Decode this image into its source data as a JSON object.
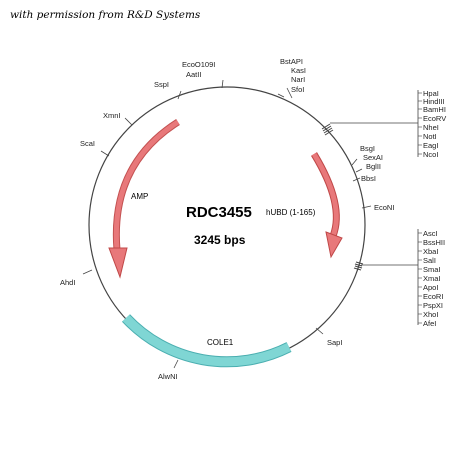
{
  "permission": "with permission from R&D Systems",
  "plasmid": {
    "name": "RDC3455",
    "insert": "hUBD (1-165)",
    "size": "3245 bps"
  },
  "features": {
    "amp": "AMP",
    "cole1": "COLE1"
  },
  "sites": {
    "ssp": "SspI",
    "ecoo109": "EcoO109I",
    "aat": "AatII",
    "xmn": "XmnI",
    "sca": "ScaI",
    "ahd": "AhdI",
    "alwn": "AlwNI",
    "sap": "SapI",
    "econ": "EcoNI",
    "bbs": "BbsI",
    "bsg": "BsgI",
    "sexa": "SexAI",
    "bgl": "BglII",
    "bstap": "BstAPI",
    "kas": "KasI",
    "nar": "NarI",
    "sfo": "SfoI"
  },
  "site_lists": {
    "upper": [
      "HpaI",
      "HindIII",
      "BamHI",
      "EcoRV",
      "NheI",
      "NotI",
      "EagI",
      "NcoI"
    ],
    "lower": [
      "AscI",
      "BssHII",
      "XbaI",
      "SalI",
      "SmaI",
      "XmaI",
      "ApoI",
      "EcoRI",
      "PspXI",
      "XhoI",
      "AfeI"
    ]
  },
  "colors": {
    "amp_arrow": "#e8787a",
    "amp_stroke": "#c04848",
    "insert_arrow": "#e8787a",
    "cole1": "#7fd6d4",
    "cole1_stroke": "#4aaeb0",
    "circle": "#444444"
  }
}
